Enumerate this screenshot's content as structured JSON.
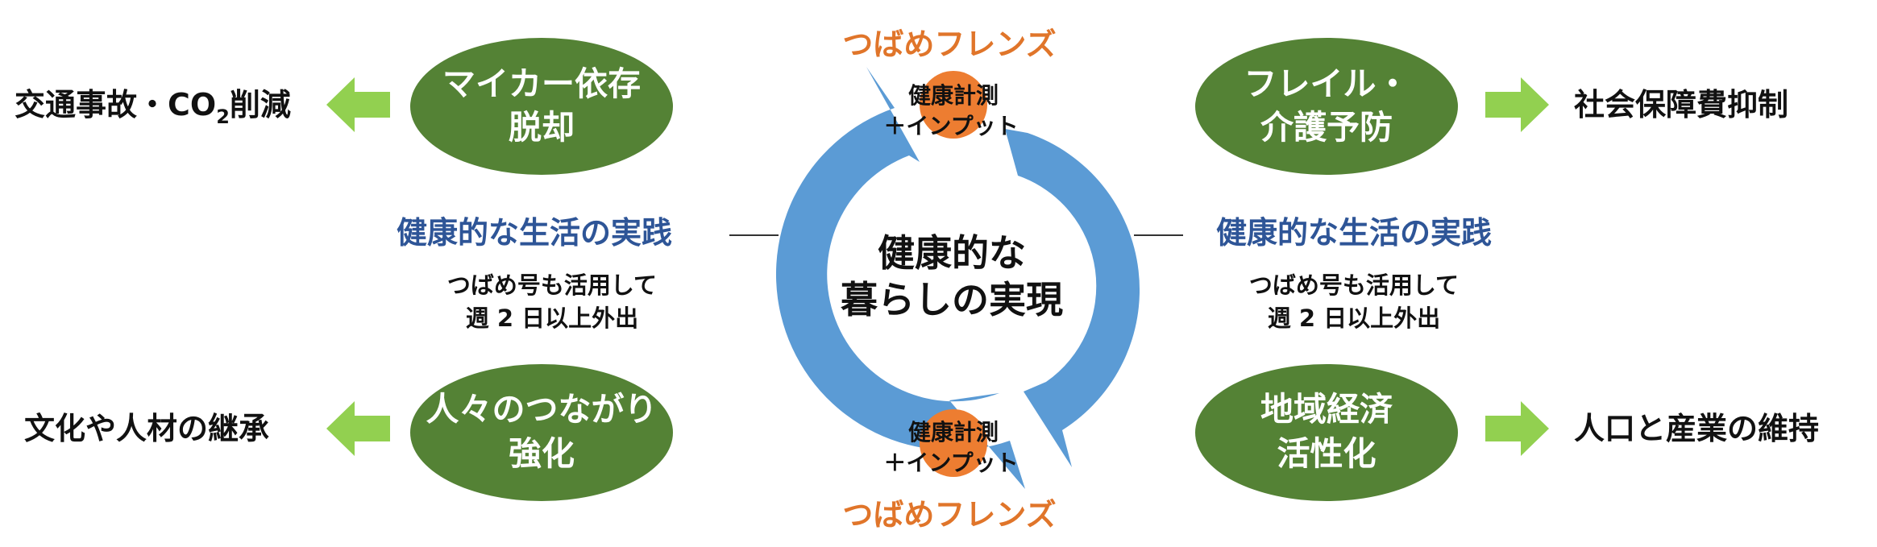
{
  "colors": {
    "oval_green": "#548235",
    "arrow_green": "#92d050",
    "cycle_blue": "#5b9bd5",
    "text_blue": "#2e5597",
    "orange": "#e0752a",
    "dot_orange": "#ed7d31"
  },
  "center": {
    "line1": "健康的な",
    "line2": "暮らしの実現"
  },
  "top_node": {
    "label": "つばめフレンズ",
    "measure_line1": "健康計測",
    "measure_line2": "＋インプット"
  },
  "bottom_node": {
    "label": "つばめフレンズ",
    "measure_line1": "健康計測",
    "measure_line2": "＋インプット"
  },
  "left_side": {
    "practice": "健康的な生活の実践",
    "note_line1": "つばめ号も活用して",
    "note_line2": "週 2 日以上外出"
  },
  "right_side": {
    "practice": "健康的な生活の実践",
    "note_line1": "つばめ号も活用して",
    "note_line2": "週 2 日以上外出"
  },
  "ovals": {
    "top_left": {
      "line1": "マイカー依存",
      "line2": "脱却"
    },
    "bottom_left": {
      "line1": "人々のつながり",
      "line2": "強化"
    },
    "top_right": {
      "line1": "フレイル・",
      "line2": "介護予防"
    },
    "bottom_right": {
      "line1": "地域経済",
      "line2": "活性化"
    }
  },
  "outcomes": {
    "top_left": {
      "main": "交通事故・CO",
      "sub": "2",
      "tail": "削減"
    },
    "bottom_left": "文化や人材の継承",
    "top_right": "社会保障費抑制",
    "bottom_right": "人口と産業の維持"
  }
}
